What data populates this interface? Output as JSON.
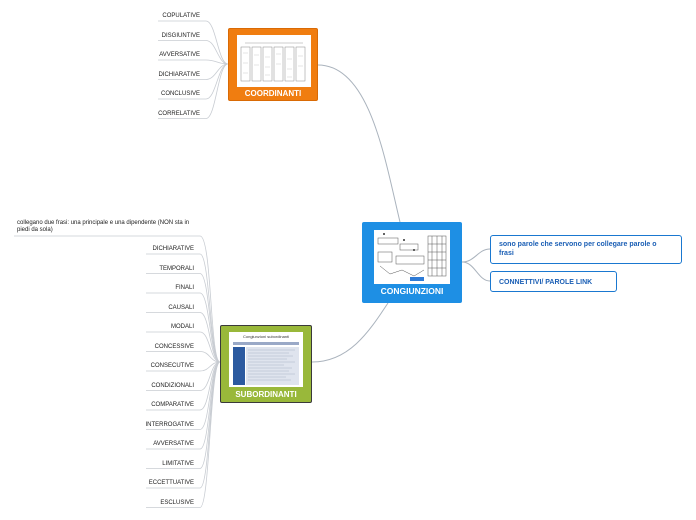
{
  "root": {
    "label": "CONGIUNZIONI",
    "color": "#1e8fe4"
  },
  "coordinanti": {
    "label": "COORDINANTI",
    "color": "#f07d10",
    "items": [
      "COPULATIVE",
      "DISGIUNTIVE",
      "AVVERSATIVE",
      "DICHIARATIVE",
      "CONCLUSIVE",
      "CORRELATIVE"
    ]
  },
  "subordinanti": {
    "label": "SUBORDINANTI",
    "color": "#99b83a",
    "thumb_title": "Congiunzioni subordinanti",
    "description": "collegano due frasi: una principale e una dipendente (NON sta in piedi da sola)",
    "items": [
      "DICHIARATIVE",
      "TEMPORALI",
      "FINALI",
      "CAUSALI",
      "MODALI",
      "CONCESSIVE",
      "CONSECUTIVE",
      "CONDIZIONALI",
      "COMPARATIVE",
      "INTERROGATIVE",
      "AVVERSATIVE",
      "LIMITATIVE",
      "ECCETTUATIVE",
      "ESCLUSIVE"
    ]
  },
  "definition": "sono parole che servono per collegare parole o frasi",
  "connettivi": "CONNETTIVI/ PAROLE LINK"
}
